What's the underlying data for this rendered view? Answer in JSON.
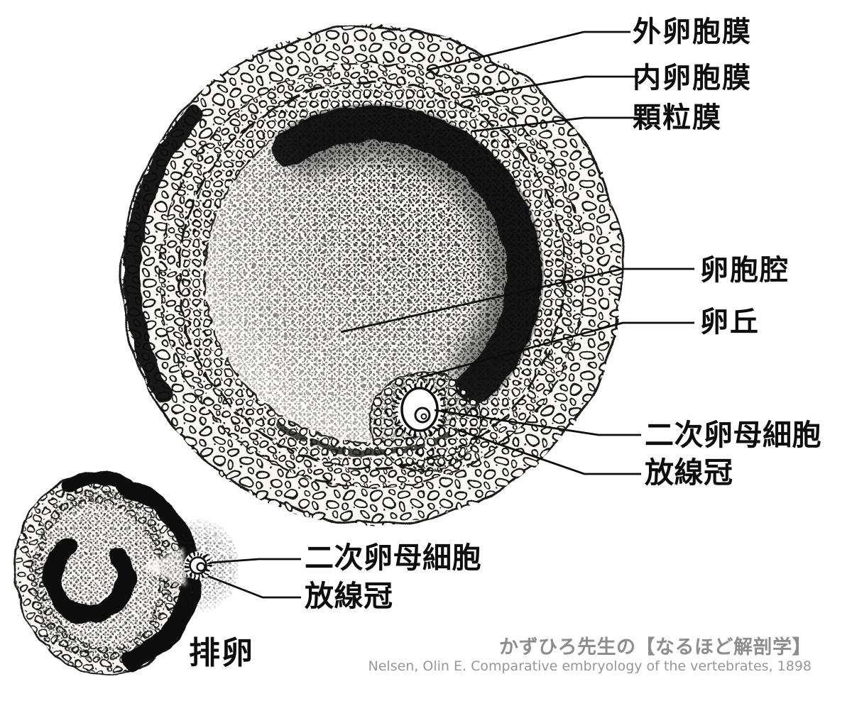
{
  "labels": {
    "theca_externa": "外卵胞膜",
    "theca_interna": "内卵胞膜",
    "granulosa": "顆粒膜",
    "antrum": "卵胞腔",
    "cumulus": "卵丘",
    "secondary_oocyte": "二次卵母細胞",
    "corona_radiata": "放線冠",
    "inset_secondary_oocyte": "二次卵母細胞",
    "inset_corona_radiata": "放線冠",
    "ovulation": "排卵"
  },
  "credits": {
    "series": "かずひろ先生の【なるほど解剖学】",
    "source": "Nelsen, Olin E. Comparative embryology of the vertebrates, 1898"
  },
  "colors": {
    "ink": "#111111",
    "paper": "#ffffff",
    "credit_gray": "#8d8d8d"
  }
}
